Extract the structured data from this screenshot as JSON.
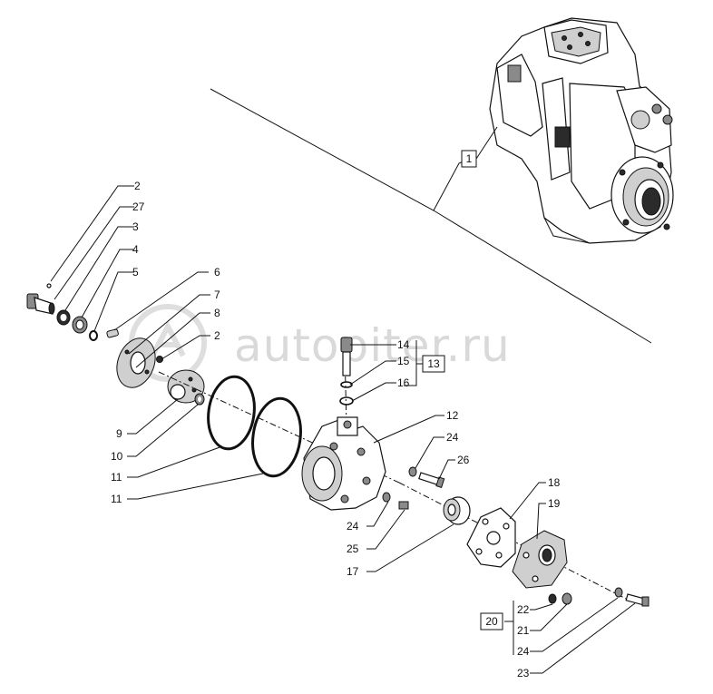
{
  "watermark": "autopiter.ru",
  "callouts": [
    {
      "id": "c-2a",
      "text": "2"
    },
    {
      "id": "c-27",
      "text": "27"
    },
    {
      "id": "c-3",
      "text": "3"
    },
    {
      "id": "c-4",
      "text": "4"
    },
    {
      "id": "c-5",
      "text": "5"
    },
    {
      "id": "c-6",
      "text": "6"
    },
    {
      "id": "c-7",
      "text": "7"
    },
    {
      "id": "c-8",
      "text": "8"
    },
    {
      "id": "c-2b",
      "text": "2"
    },
    {
      "id": "c-9",
      "text": "9"
    },
    {
      "id": "c-10",
      "text": "10"
    },
    {
      "id": "c-11a",
      "text": "11"
    },
    {
      "id": "c-11b",
      "text": "11"
    },
    {
      "id": "c-14",
      "text": "14"
    },
    {
      "id": "c-15",
      "text": "15"
    },
    {
      "id": "c-16",
      "text": "16"
    },
    {
      "id": "c-12",
      "text": "12"
    },
    {
      "id": "c-24a",
      "text": "24"
    },
    {
      "id": "c-26",
      "text": "26"
    },
    {
      "id": "c-24b",
      "text": "24"
    },
    {
      "id": "c-25",
      "text": "25"
    },
    {
      "id": "c-17",
      "text": "17"
    },
    {
      "id": "c-18",
      "text": "18"
    },
    {
      "id": "c-19",
      "text": "19"
    },
    {
      "id": "c-22",
      "text": "22"
    },
    {
      "id": "c-21",
      "text": "21"
    },
    {
      "id": "c-24c",
      "text": "24"
    },
    {
      "id": "c-23",
      "text": "23"
    }
  ],
  "boxed_callouts": [
    {
      "id": "b-1",
      "text": "1"
    },
    {
      "id": "b-13",
      "text": "13"
    },
    {
      "id": "b-20",
      "text": "20"
    }
  ]
}
